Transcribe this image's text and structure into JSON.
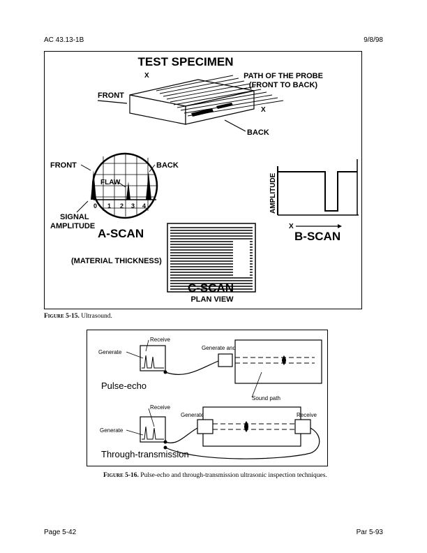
{
  "header": {
    "doc_id": "AC 43.13-1B",
    "date": "9/8/98"
  },
  "footer": {
    "page": "Page 5-42",
    "par": "Par 5-93"
  },
  "figure1": {
    "caption_label": "Figure 5-15.",
    "caption_text": "Ultrasound.",
    "title": "TEST SPECIMEN",
    "path_line1": "PATH OF THE PROBE",
    "path_line2": "(FRONT TO BACK)",
    "front": "FRONT",
    "back": "BACK",
    "x_mark": "X",
    "ascan_front": "FRONT",
    "ascan_back": "BACK",
    "flaw": "FLAW",
    "ticks": [
      "0",
      "1",
      "2",
      "3",
      "4"
    ],
    "signal_line1": "SIGNAL",
    "signal_line2": "AMPLITUDE",
    "ascan": "A-SCAN",
    "amplitude": "AMPLITUDE",
    "bscan_x": "X",
    "bscan": "B-SCAN",
    "material_thickness": "(MATERIAL THICKNESS)",
    "cscan": "C-SCAN",
    "plan_view": "PLAN VIEW"
  },
  "figure2": {
    "caption_label": "Figure 5-16.",
    "caption_text": "Pulse-echo and through-transmission ultrasonic inspection techniques.",
    "receive_top": "Receive",
    "generate_top": "Generate",
    "generate_and_receive": "Generate and receive",
    "pulse_echo": "Pulse-echo",
    "sound_path": "Sound path",
    "receive_bottom": "Receive",
    "generate_mid": "Generate",
    "receive_right": "Receive",
    "generate_bottom": "Generate",
    "through_transmission": "Through-transmission"
  }
}
